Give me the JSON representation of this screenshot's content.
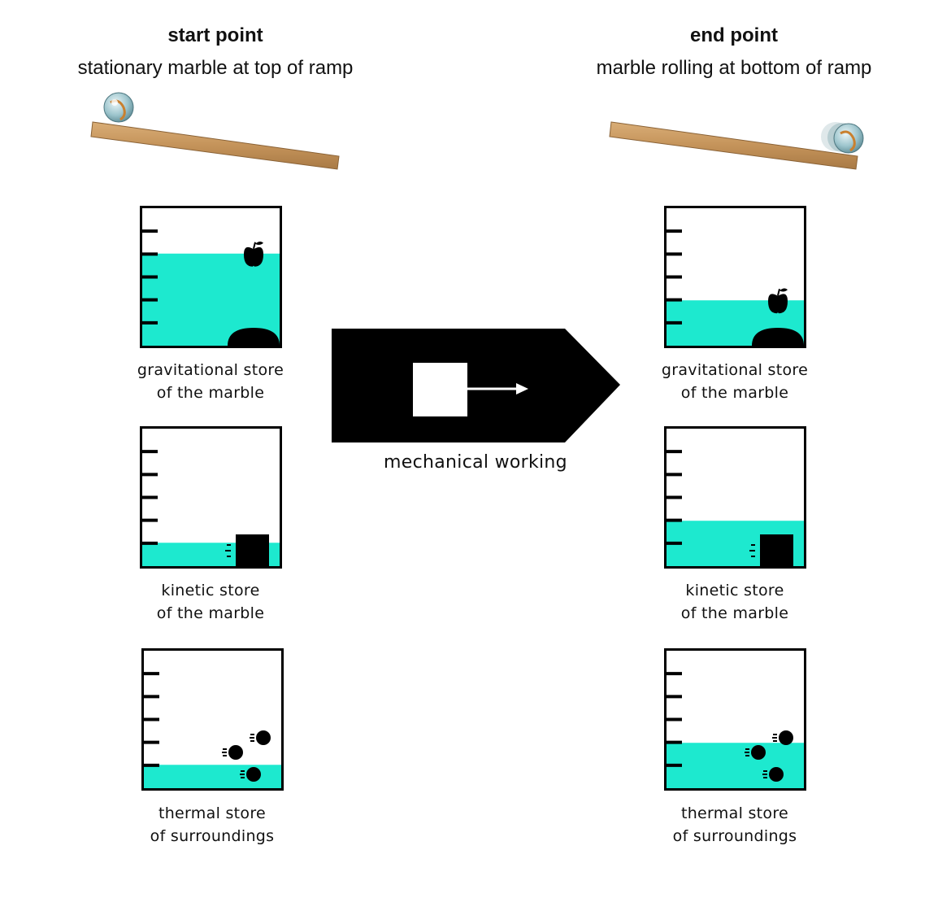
{
  "start": {
    "heading": "start point",
    "description": "stationary marble at top of ramp"
  },
  "end": {
    "heading": "end point",
    "description": "marble rolling at bottom of ramp"
  },
  "transfer": {
    "label": "mechanical working",
    "icon": "force-arrow-icon"
  },
  "colors": {
    "fill": "#1de9cf",
    "ink": "#000000",
    "ramp_wood": "#c99a63"
  },
  "stores": {
    "start": [
      {
        "line1": "gravitational store",
        "line2": "of the marble",
        "level": 0.67,
        "icon": "apple-icon"
      },
      {
        "line1": "kinetic store",
        "line2": "of the marble",
        "level": 0.17,
        "icon": "moving-block-icon"
      },
      {
        "line1": "thermal store",
        "line2": "of surroundings",
        "level": 0.17,
        "icon": "particles-icon"
      }
    ],
    "end": [
      {
        "line1": "gravitational store",
        "line2": "of the marble",
        "level": 0.33,
        "icon": "apple-icon"
      },
      {
        "line1": "kinetic store",
        "line2": "of the marble",
        "level": 0.33,
        "icon": "moving-block-icon"
      },
      {
        "line1": "thermal store",
        "line2": "of surroundings",
        "level": 0.33,
        "icon": "particles-icon"
      }
    ]
  }
}
